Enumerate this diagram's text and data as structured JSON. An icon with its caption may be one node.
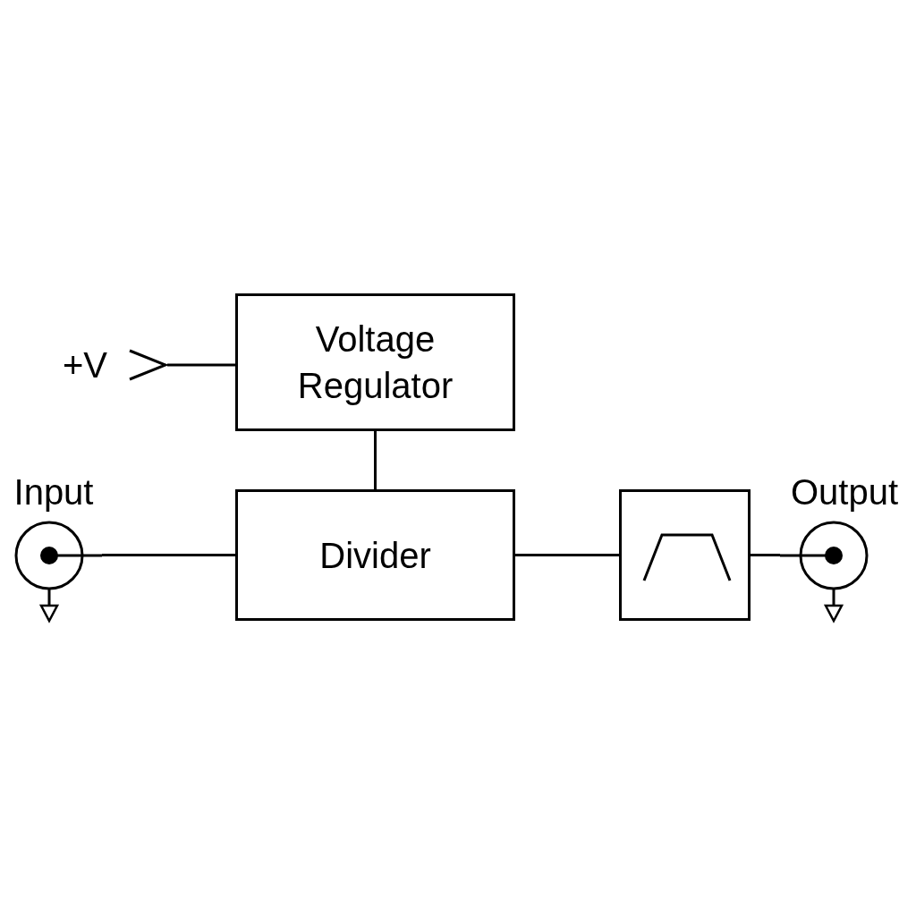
{
  "diagram": {
    "nodes": [
      {
        "text": [
          "+V"
        ]
      },
      {
        "text": [
          "Voltage Regulator"
        ]
      },
      {
        "text": [
          "Input"
        ]
      },
      {
        "text": [
          "Divider"
        ]
      },
      {
        "text": [],
        "shape": "box"
      },
      {
        "text": [
          "Output"
        ]
      }
    ],
    "edges": [
      {
        "from": 0,
        "to": 1,
        "arrow": "none"
      },
      {
        "from": 1,
        "to": 3,
        "arrow": "none"
      },
      {
        "from": 2,
        "to": 3,
        "arrow": "none"
      },
      {
        "from": 3,
        "to": 4,
        "arrow": "none"
      },
      {
        "from": 4,
        "to": 5,
        "arrow": "none"
      }
    ]
  }
}
